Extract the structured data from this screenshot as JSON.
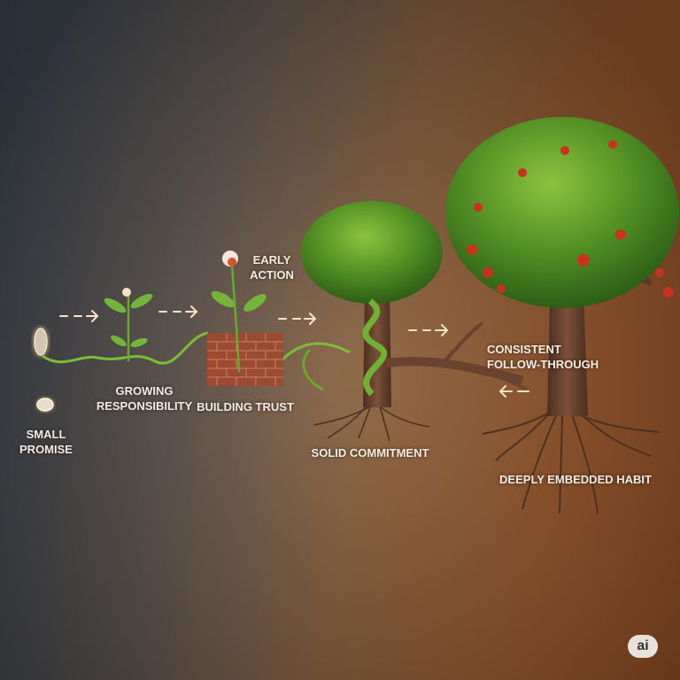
{
  "stages": [
    {
      "id": "small-promise",
      "lines": [
        "SMALL",
        "PROMISE"
      ]
    },
    {
      "id": "growing-responsibility",
      "lines": [
        "GROWING",
        "RESPONSIBILITY"
      ]
    },
    {
      "id": "building-trust",
      "lines": [
        "BUILDING TRUST"
      ]
    },
    {
      "id": "early-action",
      "lines": [
        "EARLY",
        "ACTION"
      ]
    },
    {
      "id": "solid-commitment",
      "lines": [
        "SOLID COMMITMENT"
      ]
    },
    {
      "id": "consistent-follow-through",
      "lines": [
        "CONSISTENT",
        "FOLLOW-THROUGH"
      ]
    },
    {
      "id": "deeply-embedded-habit",
      "lines": [
        "DEEPLY EMBEDDED HABIT"
      ]
    }
  ],
  "badge": "ai",
  "colors": {
    "leaf": "#5f9a2c",
    "vine": "#7dbb3a",
    "trunk": "#6a4330",
    "brick": "#9c4a32",
    "fruit": "#c8321f"
  }
}
